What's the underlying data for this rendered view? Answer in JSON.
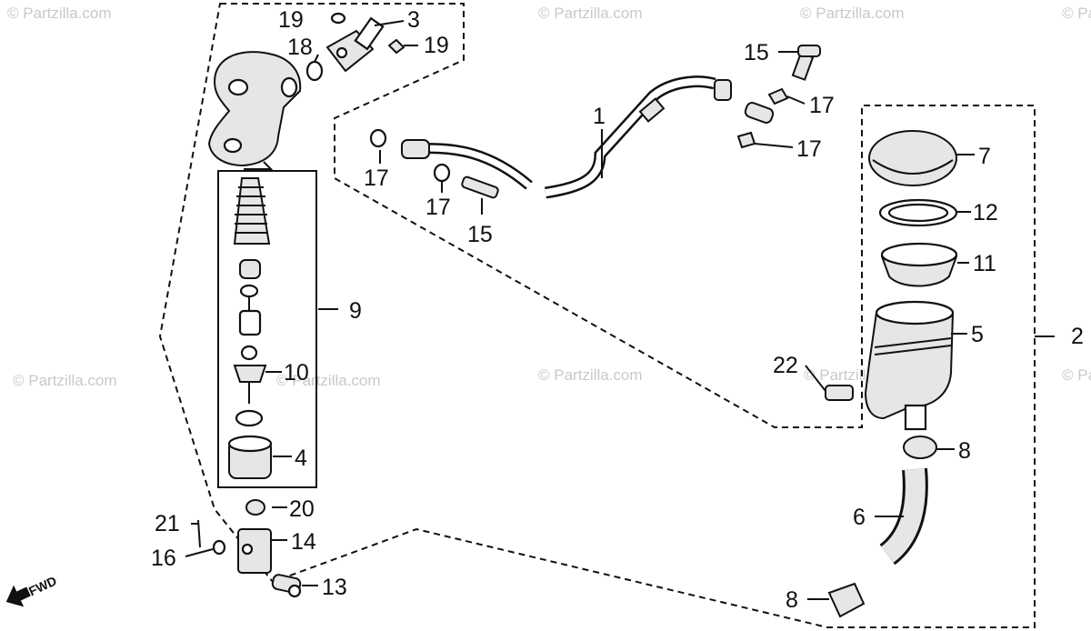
{
  "watermark": "© Partzilla.com",
  "direction_label": "FWD",
  "callouts": {
    "c1": "1",
    "c2": "2",
    "c3": "3",
    "c4": "4",
    "c5": "5",
    "c6": "6",
    "c7": "7",
    "c8a": "8",
    "c8b": "8",
    "c9": "9",
    "c10": "10",
    "c11": "11",
    "c12": "12",
    "c13": "13",
    "c14": "14",
    "c15a": "15",
    "c15b": "15",
    "c16": "16",
    "c17a": "17",
    "c17b": "17",
    "c17c": "17",
    "c17d": "17",
    "c18": "18",
    "c19a": "19",
    "c19b": "19",
    "c20": "20",
    "c21": "21",
    "c22": "22"
  }
}
